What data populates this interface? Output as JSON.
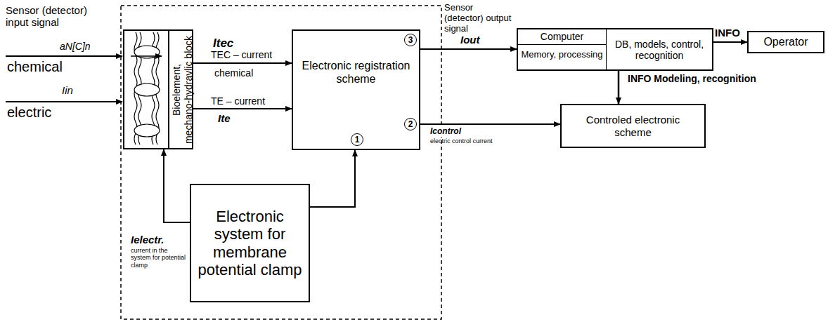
{
  "diagram": {
    "nodes": [
      {
        "text": [
          "Bioelement,",
          "mechano-hydravlic block"
        ]
      },
      {
        "text": [
          "Electronic registration scheme",
          "3",
          "1",
          "2"
        ]
      },
      {
        "text": [
          "Electronic system for membrane potential clamp"
        ]
      },
      {
        "text": [
          "Computer",
          "Memory, processing",
          "DB, models, control, recognition"
        ]
      },
      {
        "text": [
          "Operator"
        ]
      },
      {
        "text": [
          "Controled electronic scheme"
        ]
      }
    ],
    "edges": [
      {
        "from": 0,
        "to": 1,
        "arrow": "to",
        "label": "TEC – current"
      },
      {
        "from": 0,
        "to": 1,
        "arrow": "to",
        "label": "TE – current"
      },
      {
        "from": 2,
        "to": 0,
        "arrow": "to"
      },
      {
        "from": 2,
        "to": 1,
        "arrow": "to"
      },
      {
        "from": 1,
        "to": 3,
        "arrow": "to",
        "label": "Iout"
      },
      {
        "from": 1,
        "to": 5,
        "arrow": "to",
        "label": "Icontrol"
      },
      {
        "from": 3,
        "to": 4,
        "arrow": "to",
        "label": "INFO"
      },
      {
        "from": 3,
        "to": 5,
        "arrow": "to",
        "label": "INFO Modeling, recognition"
      }
    ],
    "labels": [
      "Sensor (detector) input signal",
      "aN[C]n",
      "chemical",
      "Iin",
      "electric",
      "Itec",
      "chemical",
      "Ite",
      "Ielectr.",
      "current in the system for potential clamp",
      "Sensor (detector) output signal",
      "electric control current"
    ]
  }
}
